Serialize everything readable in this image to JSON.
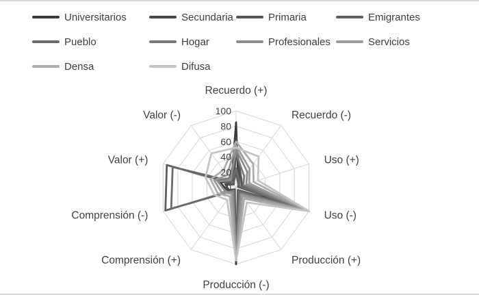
{
  "page": {
    "background": "#ffffff"
  },
  "chart_data": {
    "type": "radar",
    "title": "",
    "axes": [
      "Recuerdo (+)",
      "Recuerdo (-)",
      "Uso (+)",
      "Uso (-)",
      "Producción (+)",
      "Producción (-)",
      "Comprensión (+)",
      "Comprensión (-)",
      "Valor (+)",
      "Valor (-)"
    ],
    "ticks": [
      0,
      20,
      40,
      60,
      80,
      100
    ],
    "rmin": 0,
    "rmax": 100,
    "grid": true,
    "grid_color": "#d6d6d6",
    "text_color": "#404040",
    "legend_position": "top-left",
    "series": [
      {
        "name": "Universitarios",
        "color": "#3a3a3a",
        "values": [
          85,
          5,
          3,
          90,
          4,
          100,
          3,
          12,
          22,
          10
        ]
      },
      {
        "name": "Secundaria",
        "color": "#474747",
        "values": [
          65,
          8,
          4,
          95,
          5,
          95,
          4,
          10,
          15,
          6
        ]
      },
      {
        "name": "Primaria",
        "color": "#545454",
        "values": [
          55,
          12,
          8,
          95,
          8,
          90,
          4,
          14,
          12,
          5
        ]
      },
      {
        "name": "Emigrantes",
        "color": "#5f5f5f",
        "values": [
          20,
          5,
          4,
          85,
          5,
          85,
          4,
          97,
          95,
          6
        ]
      },
      {
        "name": "Pueblo",
        "color": "#6b6b6b",
        "values": [
          25,
          8,
          5,
          90,
          6,
          80,
          5,
          89,
          87,
          10
        ]
      },
      {
        "name": "Hogar",
        "color": "#7a7a7a",
        "values": [
          45,
          18,
          10,
          90,
          10,
          85,
          6,
          20,
          30,
          15
        ]
      },
      {
        "name": "Profesionales",
        "color": "#8c8c8c",
        "values": [
          50,
          25,
          14,
          95,
          10,
          90,
          8,
          15,
          25,
          12
        ]
      },
      {
        "name": "Servicios",
        "color": "#9c9c9c",
        "values": [
          55,
          30,
          18,
          95,
          14,
          90,
          10,
          20,
          30,
          20
        ]
      },
      {
        "name": "Densa",
        "color": "#adadad",
        "values": [
          60,
          38,
          24,
          100,
          18,
          95,
          14,
          25,
          35,
          28
        ]
      },
      {
        "name": "Difusa",
        "color": "#c4c4c4",
        "values": [
          52,
          50,
          30,
          100,
          24,
          95,
          20,
          30,
          42,
          55
        ]
      }
    ]
  }
}
